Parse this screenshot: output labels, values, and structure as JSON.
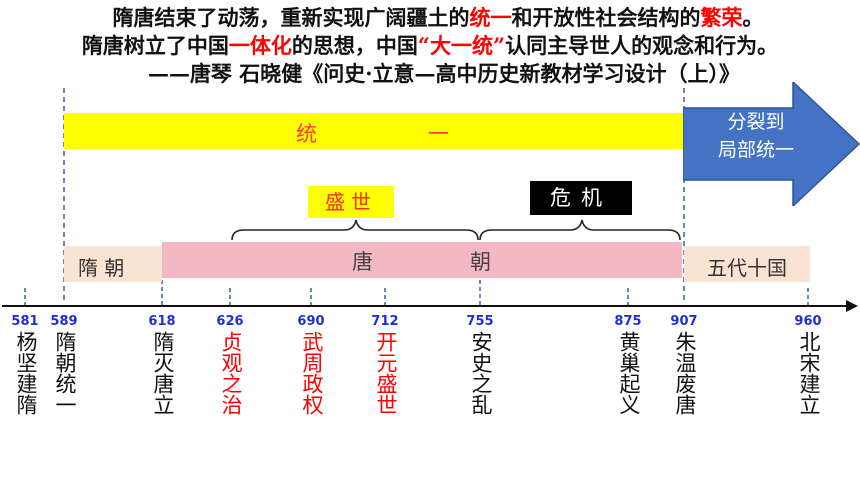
{
  "quote": {
    "line1_a": "隋唐结束了动荡，重新实现广阔疆土的",
    "line1_b": "统一",
    "line1_c": "和开放性社会结构的",
    "line1_d": "繁荣",
    "line1_e": "。",
    "line2_a": "隋唐树立了中国",
    "line2_b": "一体化",
    "line2_c": "的思想，中国",
    "line2_d": "“大一统”",
    "line2_e": "认同主导世人的观念和行为。",
    "line3": "——唐琴 石晓健《问史·立意—高中历史新教材学习设计（上）》"
  },
  "bands": {
    "unify_1": "统",
    "unify_2": "一",
    "arrow_line1": "分裂到",
    "arrow_line2": "局部统一",
    "sui": "隋 朝",
    "tang_1": "唐",
    "tang_2": "朝",
    "wudai": "五代十国",
    "shengshi": "盛世",
    "weiji": "危机"
  },
  "timeline": [
    {
      "year": "581",
      "event": "杨坚建隋",
      "highlight": false
    },
    {
      "year": "589",
      "event": "隋朝统一",
      "highlight": false
    },
    {
      "year": "618",
      "event": "隋灭唐立",
      "highlight": false
    },
    {
      "year": "626",
      "event": "贞观之治",
      "highlight": true
    },
    {
      "year": "690",
      "event": "武周政权",
      "highlight": true
    },
    {
      "year": "712",
      "event": "开元盛世",
      "highlight": true
    },
    {
      "year": "755",
      "event": "安史之乱",
      "highlight": false
    },
    {
      "year": "875",
      "event": "黄巢起义",
      "highlight": false
    },
    {
      "year": "907",
      "event": "朱温废唐",
      "highlight": false
    },
    {
      "year": "960",
      "event": "北宋建立",
      "highlight": false
    }
  ],
  "colors": {
    "unify_band": "#ffff00",
    "arrow": "#4472c4",
    "tang_band": "#f4b8c2",
    "sui_band": "#fbe3d4",
    "highlight_text": "#ff0000",
    "year_text": "#1f2fd6"
  }
}
